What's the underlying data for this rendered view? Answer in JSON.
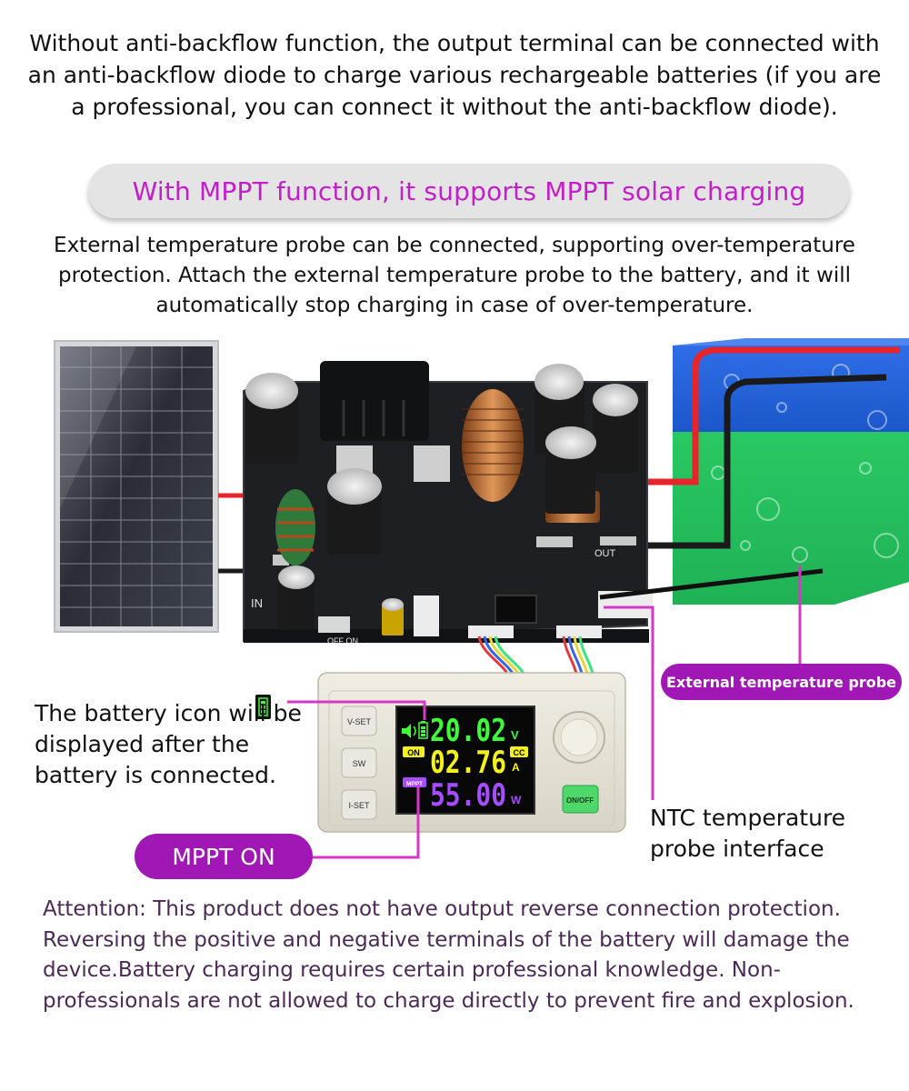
{
  "intro_text": "Without anti-backflow function, the output terminal can be connected with an anti-backflow diode to charge various rechargeable batteries (if you are a professional, you can connect it without the anti-backflow diode).",
  "mppt_banner": "With MPPT function, it supports MPPT solar charging",
  "probe_description": "External temperature probe can be connected, supporting over-temperature protection. Attach the external temperature probe to the battery, and it will automatically stop charging in case of over-temperature.",
  "board": {
    "input_label": "IN",
    "output_label": "OUT",
    "switch_label": "OFF   ON"
  },
  "module": {
    "buttons": [
      "V-SET",
      "SW",
      "I-SET"
    ],
    "voltage": "20.02",
    "voltage_unit": "V",
    "current": "02.76",
    "current_unit": "A",
    "mode_badge": "CC",
    "power": "55.00",
    "power_unit": "W",
    "on_badge": "ON",
    "mppt_badge": "MPPT",
    "onoff_button": "ON/OFF"
  },
  "callouts": {
    "external_probe": "External temperature probe",
    "battery_icon_note": "The battery icon will be displayed after the battery is connected.",
    "ntc_interface": "NTC temperature probe interface",
    "mppt_on": "MPPT ON"
  },
  "attention_text": "Attention: This product does not have output reverse connection protection. Reversing the positive and negative terminals of the battery will damage the device.Battery charging requires certain professional knowledge. Non-professionals are not allowed to charge directly to prevent fire and explosion.",
  "colors": {
    "accent_magenta": "#c21fc9",
    "pill_purple": "#a017b6",
    "lcd_green": "#3dfc3a",
    "lcd_yellow": "#f2f11a",
    "lcd_purple": "#a64dff",
    "attention_text": "#4b2a55"
  }
}
